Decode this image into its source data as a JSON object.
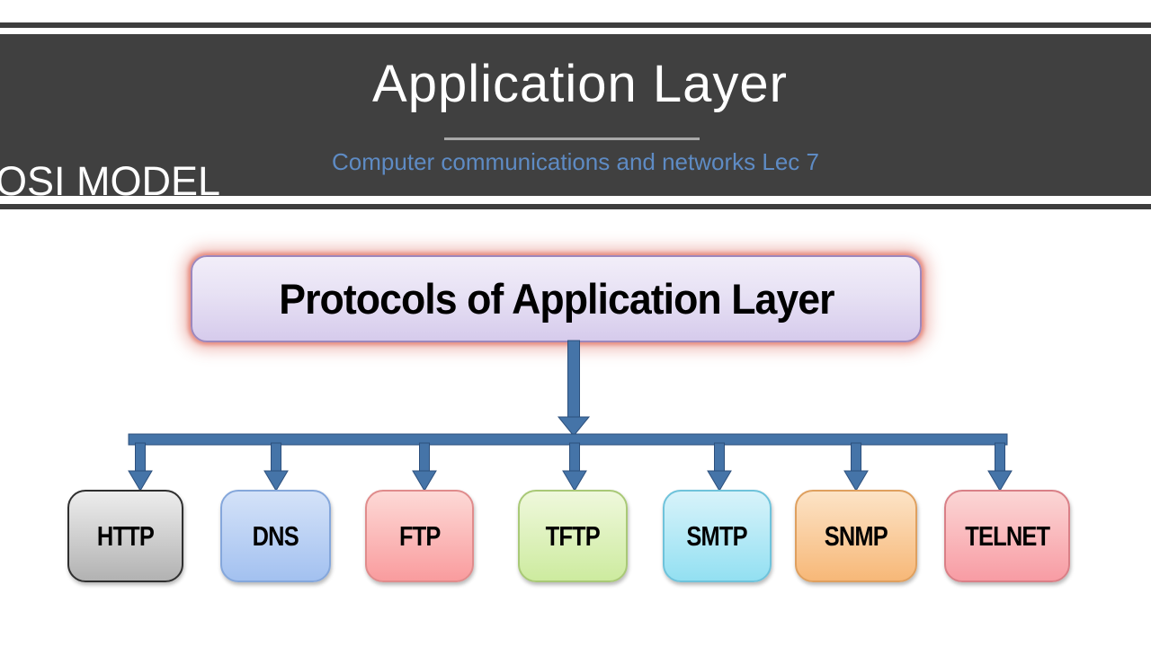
{
  "header": {
    "title": "Application Layer",
    "subtitle": "Computer communications and networks Lec 7",
    "side_label": "OSI MODEL",
    "band_color": "#404040",
    "title_color": "#FFFFFF",
    "subtitle_color": "#5E8BC4"
  },
  "diagram": {
    "root_label": "Protocols of Application Layer",
    "root_fill_top": "#F2EEF9",
    "root_fill_bottom": "#D6CBEC",
    "root_glow_color": "#E07A6E",
    "connector_fill": "#4574A8",
    "connector_border": "#2C4F7C",
    "nodes": [
      {
        "label": "HTTP",
        "fill_top": "#EDEDED",
        "fill_bottom": "#B2B2B2",
        "border": "#2F2F2F"
      },
      {
        "label": "DNS",
        "fill_top": "#D4E2F8",
        "fill_bottom": "#A3C1F0",
        "border": "#85A7DB"
      },
      {
        "label": "FTP",
        "fill_top": "#FDD9D6",
        "fill_bottom": "#F99C9E",
        "border": "#E08C8C"
      },
      {
        "label": "TFTP",
        "fill_top": "#EFF8DC",
        "fill_bottom": "#CDEB9F",
        "border": "#A9C977"
      },
      {
        "label": "SMTP",
        "fill_top": "#D8F3FA",
        "fill_bottom": "#93E0F2",
        "border": "#6FC3DB"
      },
      {
        "label": "SNMP",
        "fill_top": "#FCE3C6",
        "fill_bottom": "#F7B878",
        "border": "#DFA05F"
      },
      {
        "label": "TELNET",
        "fill_top": "#FBD6D5",
        "fill_bottom": "#F89CA4",
        "border": "#D98087"
      }
    ]
  }
}
